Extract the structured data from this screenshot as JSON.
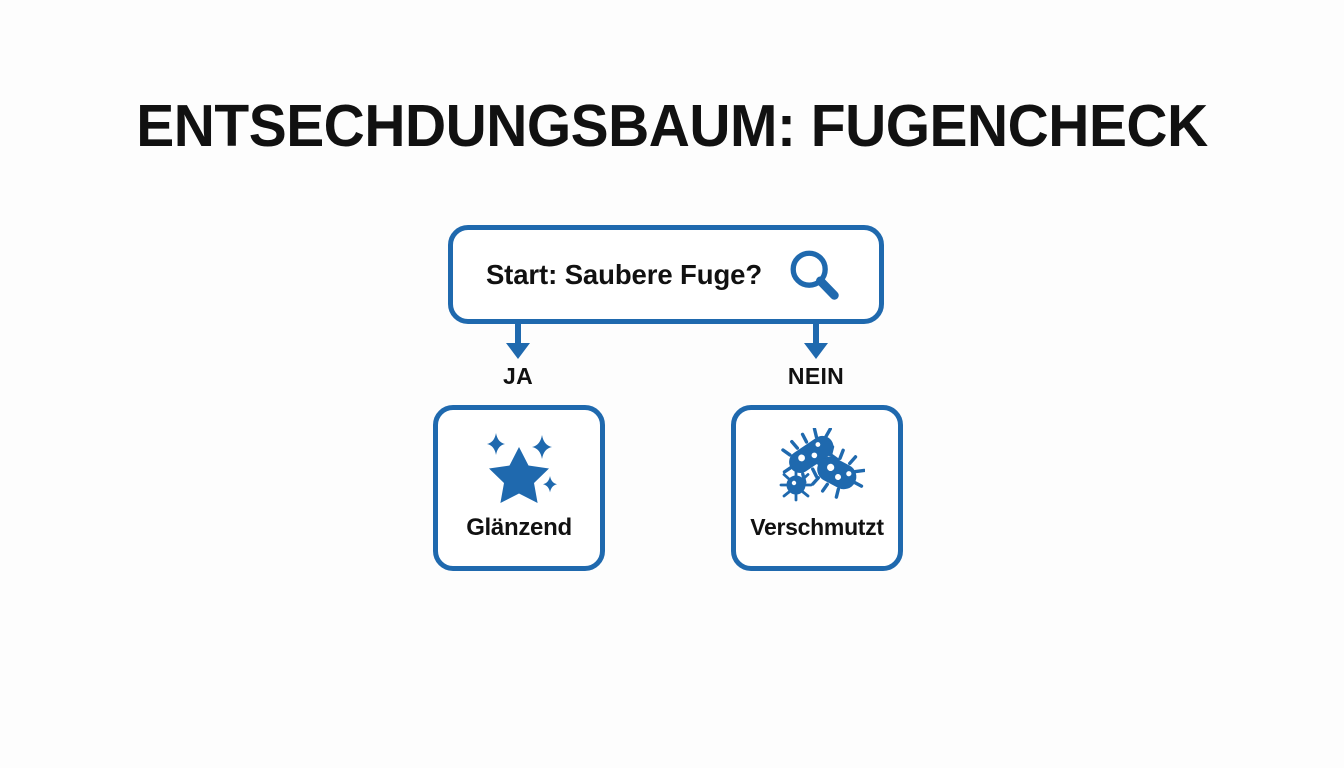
{
  "page": {
    "title": "ENTSECHDUNGSBAUM: FUGENCHECK",
    "background_color": "#fdfdfd",
    "accent_color": "#1f69ae",
    "text_color": "#111111"
  },
  "diagram": {
    "type": "decision-tree",
    "start": {
      "label": "Start: Saubere Fuge?",
      "icon": "magnifier-icon"
    },
    "branches": [
      {
        "label": "JA",
        "target": "Glänzend"
      },
      {
        "label": "NEIN",
        "target": "Verschmutzt"
      }
    ],
    "outcomes": [
      {
        "label": "Glänzend",
        "icon": "sparkle-star-icon"
      },
      {
        "label": "Verschmutzt",
        "icon": "bacteria-icon"
      }
    ]
  }
}
